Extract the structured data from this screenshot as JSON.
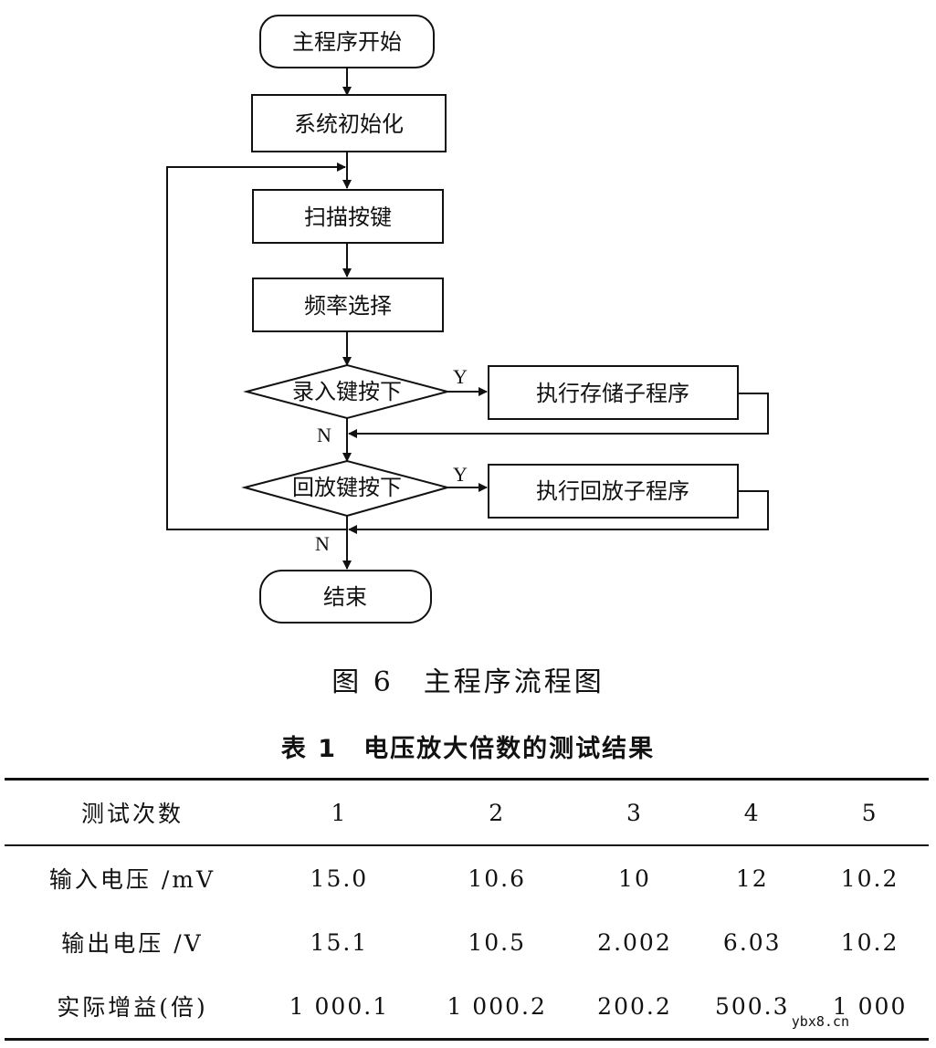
{
  "flowchart": {
    "start": "主程序开始",
    "init": "系统初始化",
    "scan": "扫描按键",
    "freq": "频率选择",
    "decision1": "录入键按下",
    "action1": "执行存储子程序",
    "decision2": "回放键按下",
    "action2": "执行回放子程序",
    "end": "结束",
    "yes_label": "Y",
    "no_label": "N"
  },
  "figure_caption": "图 6　主程序流程图",
  "table_caption": "表 1　电压放大倍数的测试结果",
  "table": {
    "header": {
      "label": "测试次数",
      "cols": [
        "1",
        "2",
        "3",
        "4",
        "5"
      ]
    },
    "rows": [
      {
        "label": "输入电压 /mV",
        "values": [
          "15.0",
          "10.6",
          "10",
          "12",
          "10.2"
        ]
      },
      {
        "label": "输出电压 /V",
        "values": [
          "15.1",
          "10.5",
          "2.002",
          "6.03",
          "10.2"
        ]
      },
      {
        "label": "实际增益(倍)",
        "values": [
          "1 000.1",
          "1 000.2",
          "200.2",
          "500.3",
          "1 000"
        ]
      }
    ]
  },
  "watermark": "ybx8.cn"
}
